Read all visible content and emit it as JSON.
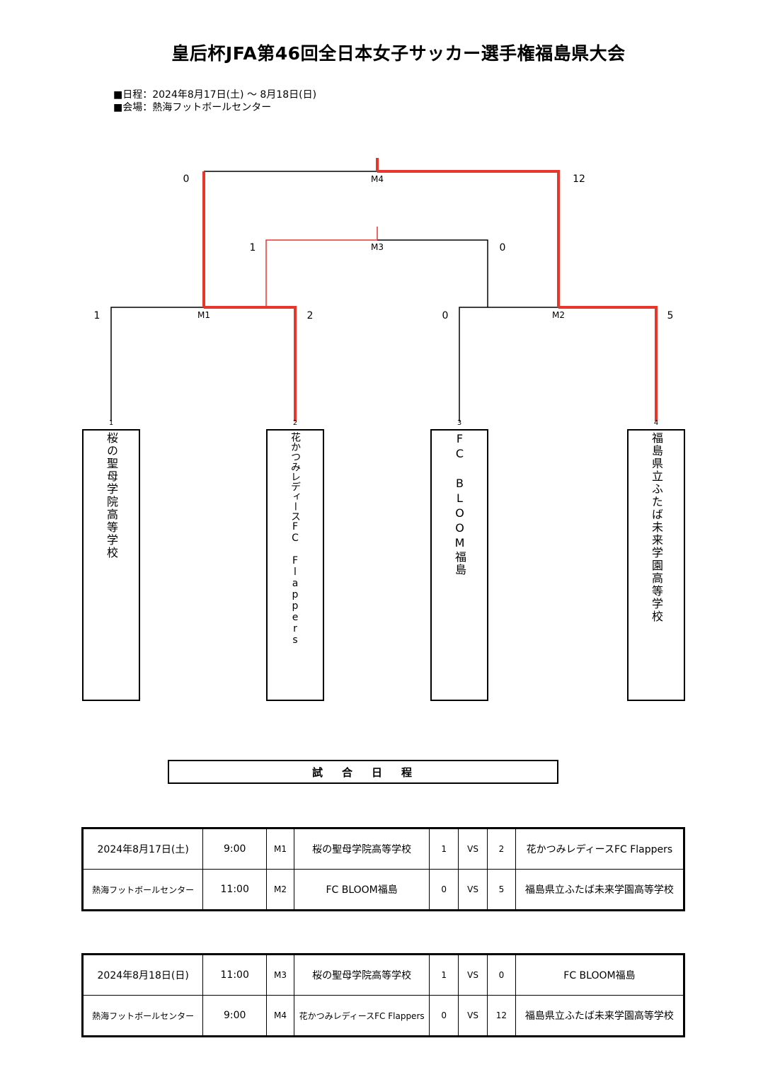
{
  "title": "皇后杯JFA第46回全日本女子サッカー選手権福島県大会",
  "info": {
    "date_line": "■日程：2024年8月17日(土) ～ 8月18日(日)",
    "venue_line": "■会場：熱海フットボールセンター"
  },
  "bracket": {
    "matches": [
      {
        "id": "M1",
        "left_score": "1",
        "right_score": "2"
      },
      {
        "id": "M2",
        "left_score": "0",
        "right_score": "5"
      },
      {
        "id": "M3",
        "left_score": "1",
        "right_score": "0"
      },
      {
        "id": "M4",
        "left_score": "0",
        "right_score": "12"
      }
    ],
    "teams": [
      {
        "seed": "1",
        "name": "桜の聖母学院高等学校"
      },
      {
        "seed": "2",
        "name": "花かつみレディースFC Flappers"
      },
      {
        "seed": "3",
        "name": "FC BLOOM福島"
      },
      {
        "seed": "4",
        "name": "福島県立ふたば未来学園高等学校"
      }
    ],
    "colors": {
      "winner_line": "#e8362d",
      "loser_line": "#000000"
    }
  },
  "schedule_heading": [
    "試",
    "合",
    "日",
    "程"
  ],
  "schedule": [
    {
      "date": "2024年8月17日(土)",
      "venue": "熱海フットボールセンター",
      "games": [
        {
          "time": "9:00",
          "match": "M1",
          "home": "桜の聖母学院高等学校",
          "home_score": "1",
          "vs": "VS",
          "away_score": "2",
          "away": "花かつみレディースFC Flappers"
        },
        {
          "time": "11:00",
          "match": "M2",
          "home": "FC BLOOM福島",
          "home_score": "0",
          "vs": "VS",
          "away_score": "5",
          "away": "福島県立ふたば未来学園高等学校"
        }
      ]
    },
    {
      "date": "2024年8月18日(日)",
      "venue": "熱海フットボールセンター",
      "games": [
        {
          "time": "11:00",
          "match": "M3",
          "home": "桜の聖母学院高等学校",
          "home_score": "1",
          "vs": "VS",
          "away_score": "0",
          "away": "FC BLOOM福島"
        },
        {
          "time": "9:00",
          "match": "M4",
          "home": "花かつみレディースFC Flappers",
          "home_score": "0",
          "vs": "VS",
          "away_score": "12",
          "away": "福島県立ふたば未来学園高等学校"
        }
      ]
    }
  ]
}
